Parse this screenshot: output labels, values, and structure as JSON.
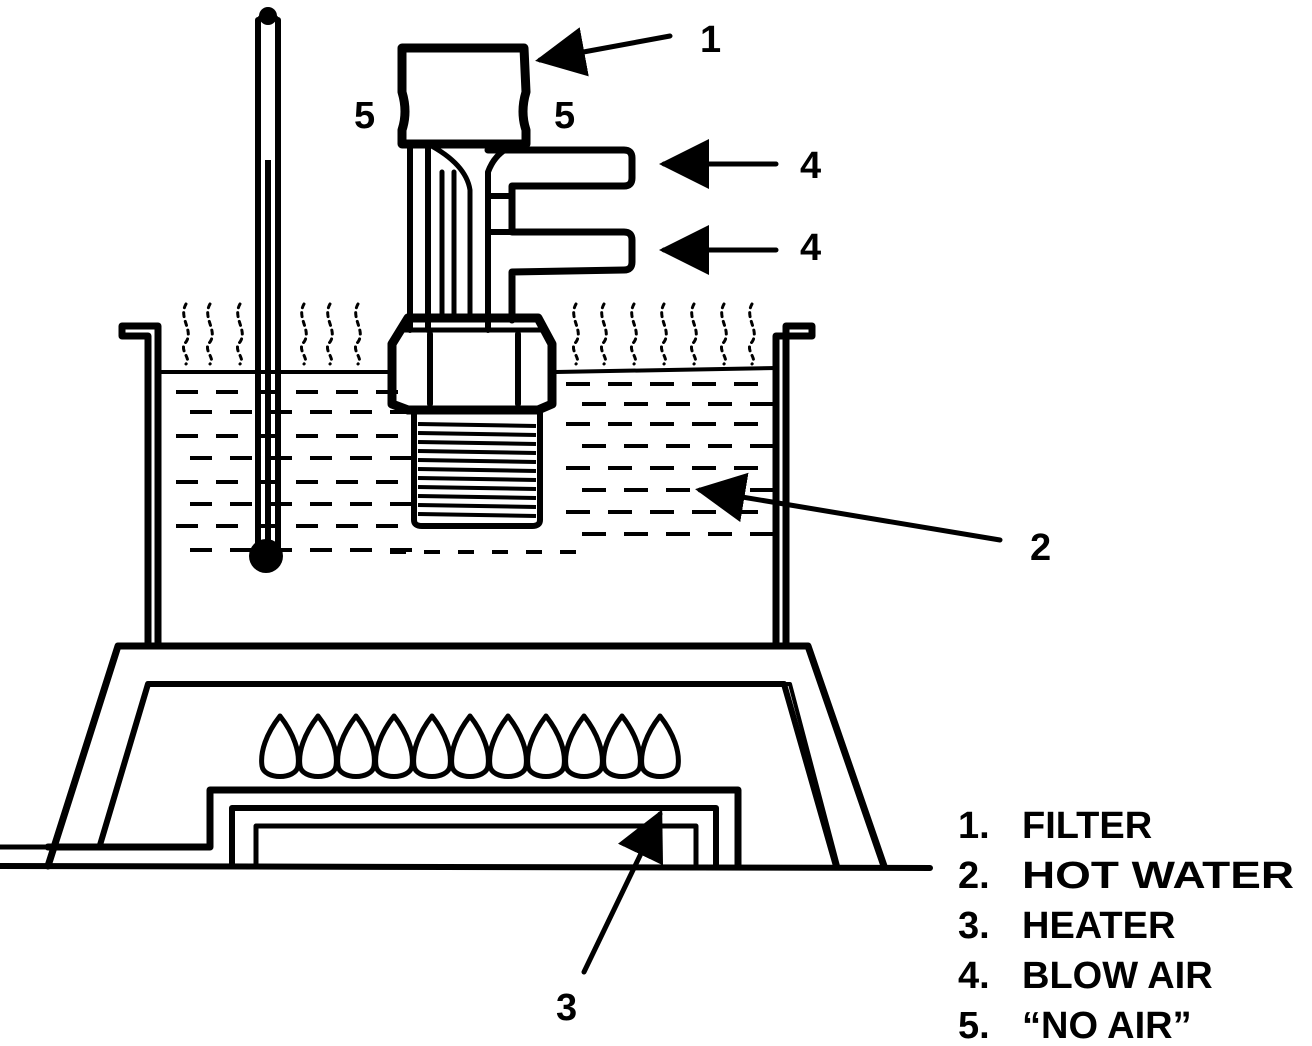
{
  "callouts": {
    "filter": "1",
    "hot_water": "2",
    "heater": "3",
    "blow_air_upper": "4",
    "blow_air_lower": "4",
    "no_air_left": "5",
    "no_air_right": "5"
  },
  "legend": [
    {
      "num": "1.",
      "text": "FILTER"
    },
    {
      "num": "2.",
      "text": "HOT WATER"
    },
    {
      "num": "3.",
      "text": "HEATER"
    },
    {
      "num": "4.",
      "text": "BLOW AIR"
    },
    {
      "num": "5.",
      "text": "“NO AIR”"
    }
  ]
}
